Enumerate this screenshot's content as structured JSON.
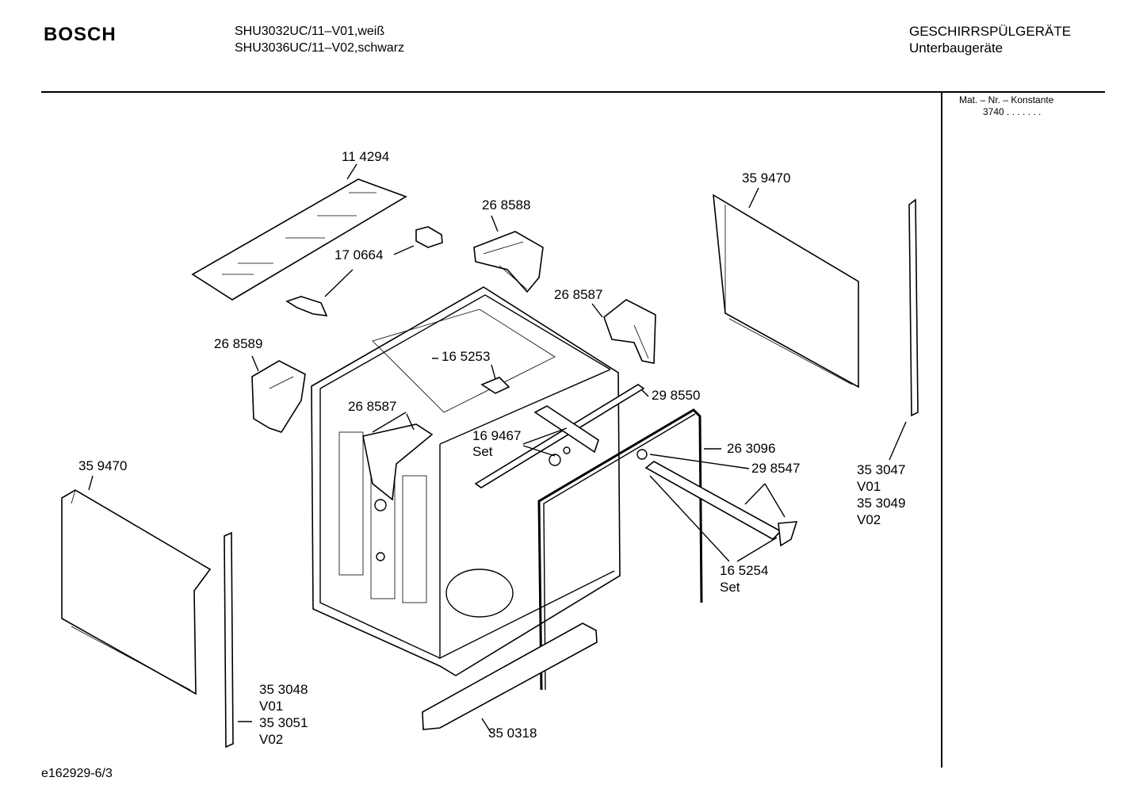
{
  "header": {
    "brand": "BOSCH",
    "model_line_1": "SHU3032UC/11–V01,weiß",
    "model_line_2": "SHU3036UC/11–V02,schwarz",
    "category": "GESCHIRRSPÜLGERÄTE",
    "subcategory": "Unterbaugeräte"
  },
  "mat_nr": {
    "label": "Mat. – Nr. – Konstante",
    "value": "3740 . . . . . . ."
  },
  "parts": [
    {
      "id": "p114294",
      "lines": [
        "11 4294"
      ]
    },
    {
      "id": "p268588",
      "lines": [
        "26 8588"
      ]
    },
    {
      "id": "p170664",
      "lines": [
        "17 0664"
      ]
    },
    {
      "id": "p359470a",
      "lines": [
        "35 9470"
      ]
    },
    {
      "id": "p268587a",
      "lines": [
        "26 8587"
      ]
    },
    {
      "id": "p268589",
      "lines": [
        "26 8589"
      ]
    },
    {
      "id": "p165253",
      "lines": [
        "16 5253"
      ]
    },
    {
      "id": "p298550",
      "lines": [
        "29 8550"
      ]
    },
    {
      "id": "p268587b",
      "lines": [
        "26 8587"
      ]
    },
    {
      "id": "p169467",
      "lines": [
        "16 9467",
        "Set"
      ]
    },
    {
      "id": "p263096",
      "lines": [
        "26 3096"
      ]
    },
    {
      "id": "p298547",
      "lines": [
        "29 8547"
      ]
    },
    {
      "id": "p359470b",
      "lines": [
        "35 9470"
      ]
    },
    {
      "id": "p353047",
      "lines": [
        "35 3047",
        "V01",
        "35 3049",
        "V02"
      ]
    },
    {
      "id": "p165254",
      "lines": [
        "16 5254",
        "Set"
      ]
    },
    {
      "id": "p353048",
      "lines": [
        "35 3048",
        "V01",
        "35 3051",
        "V02"
      ]
    },
    {
      "id": "p350318",
      "lines": [
        "35 0318"
      ]
    }
  ],
  "footer": {
    "drawing_id": "e162929-6/3"
  }
}
